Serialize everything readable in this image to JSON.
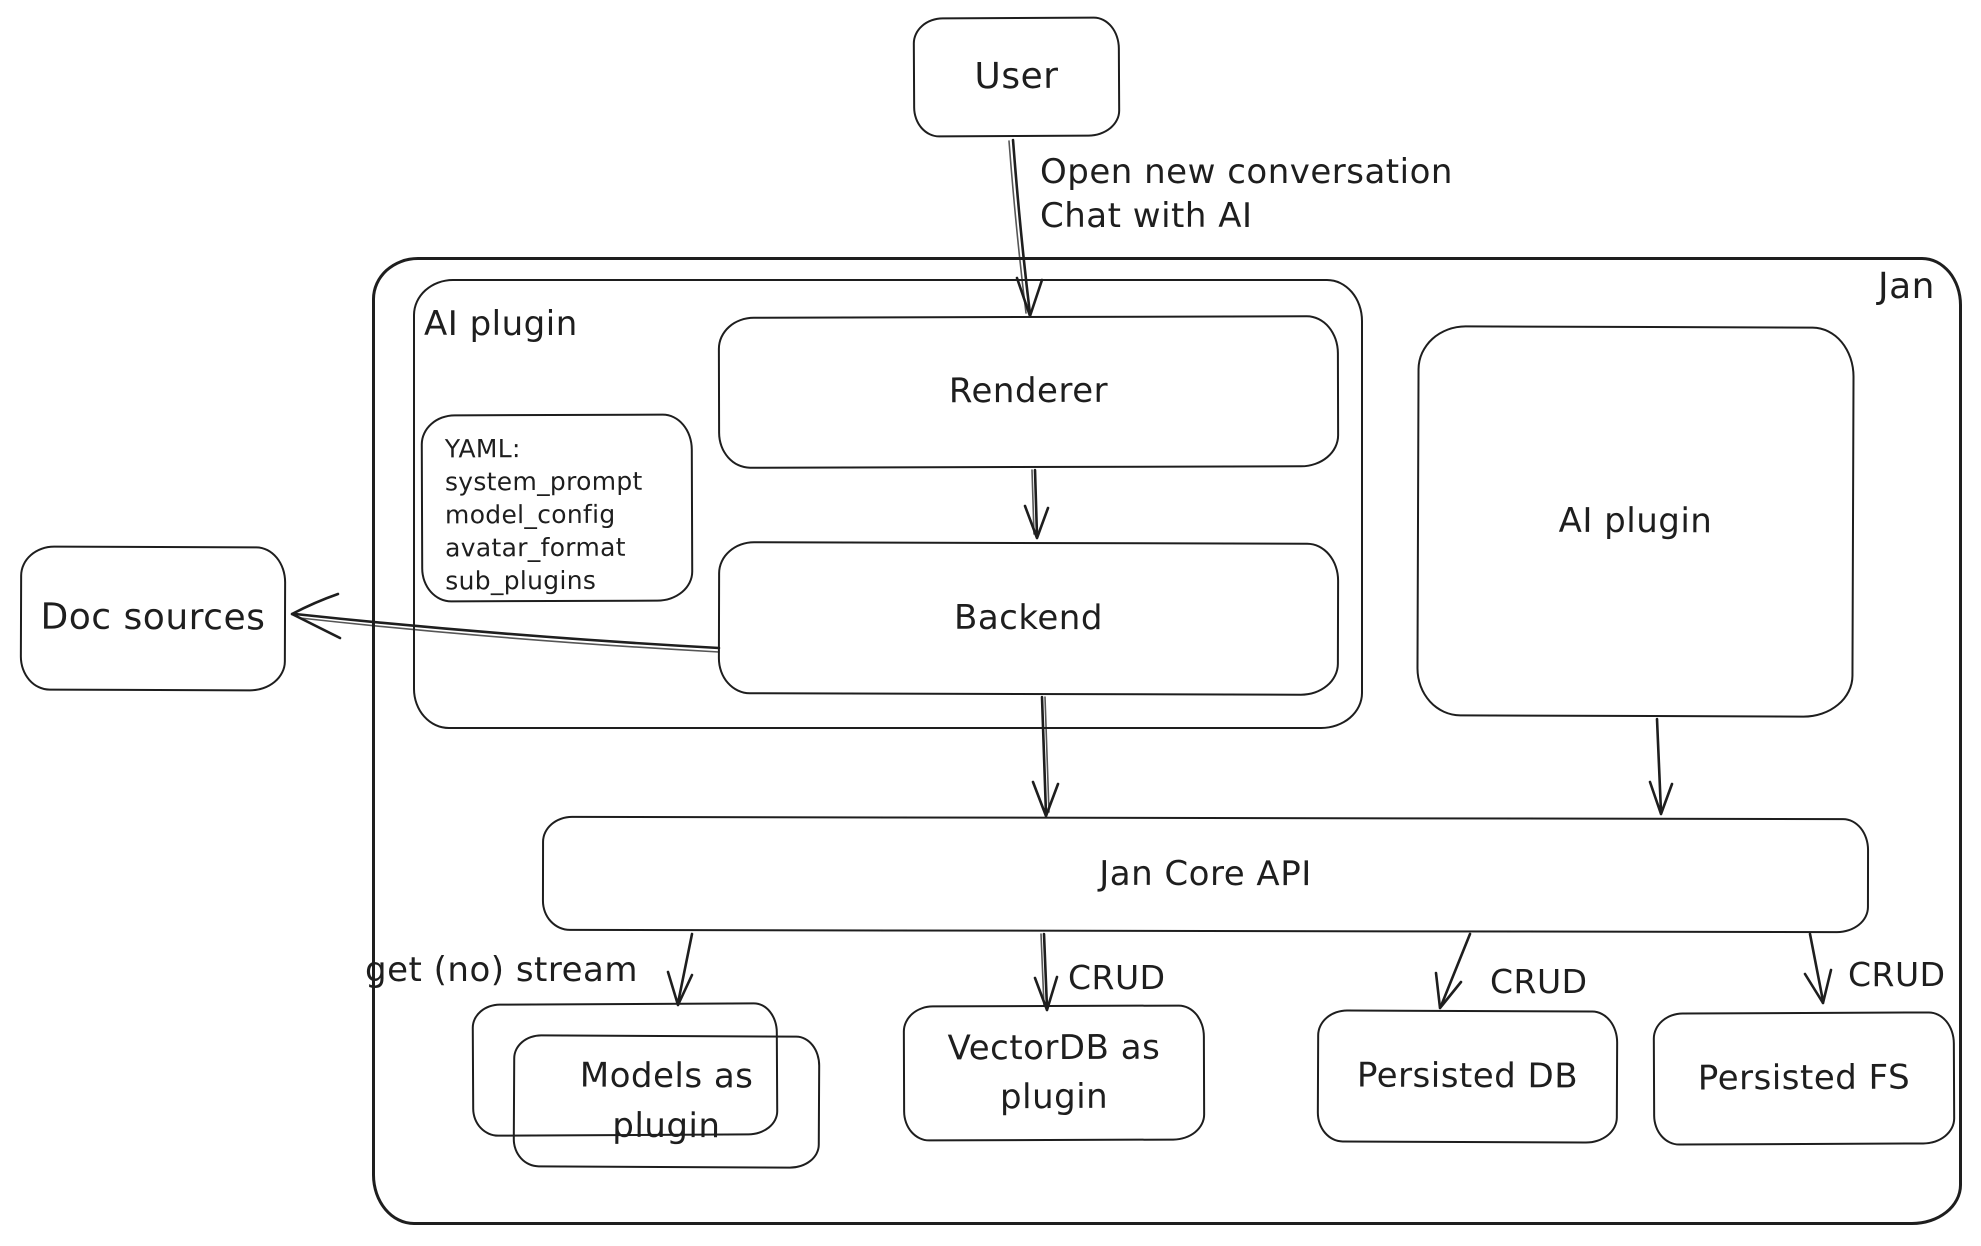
{
  "colors": {
    "stroke": "#1e1e1e",
    "background": "#ffffff"
  },
  "outer": {
    "title": "Jan"
  },
  "nodes": {
    "user": {
      "label": "User"
    },
    "ai_plugin_group": {
      "label": "AI plugin"
    },
    "renderer": {
      "label": "Renderer"
    },
    "backend": {
      "label": "Backend"
    },
    "yaml_note": {
      "lines": [
        "YAML:",
        "system_prompt",
        "model_config",
        "avatar_format",
        "sub_plugins"
      ]
    },
    "ai_plugin_box": {
      "label": "AI plugin"
    },
    "doc_sources": {
      "label": "Doc sources"
    },
    "jan_core_api": {
      "label": "Jan Core API"
    },
    "models_plugin": {
      "label": "Models as plugin"
    },
    "vectordb_plugin": {
      "label": "VectorDB as plugin"
    },
    "persisted_db": {
      "label": "Persisted DB"
    },
    "persisted_fs": {
      "label": "Persisted FS"
    }
  },
  "edge_labels": {
    "user_to_renderer_line1": "Open new conversation",
    "user_to_renderer_line2": "Chat with AI",
    "core_to_models": "get (no) stream",
    "core_to_vectordb": "CRUD",
    "core_to_persisted_db": "CRUD",
    "core_to_persisted_fs": "CRUD"
  }
}
